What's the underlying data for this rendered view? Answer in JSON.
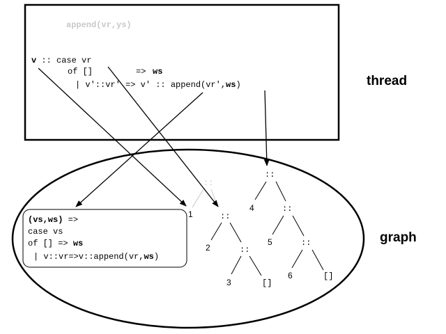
{
  "colors": {
    "ink": "#000000",
    "ghost": "#c8c8c8",
    "background": "#ffffff"
  },
  "thread_box": {
    "ghost_call": "append(vr,ys)",
    "line1_v": "v",
    "line1_rest": " :: case vr",
    "line2_of": "of []",
    "line2_arrow": "=>",
    "line2_ws": "ws",
    "line3_prefix": "| v'::vr' => v' :: append(vr',",
    "line3_ws": "ws",
    "line3_close": ")"
  },
  "labels": {
    "thread": "thread",
    "graph": "graph"
  },
  "closure_box": {
    "line1_args": "(vs,ws)",
    "line1_arrow": " =>",
    "line2": "case vs",
    "line3_of": "of [] =>",
    "line3_ws": "ws",
    "line4_prefix": "| v::vr=>v::append(vr,",
    "line4_ws": "ws",
    "line4_close": ")"
  },
  "tree": {
    "cons": "::",
    "nil": "[]",
    "ghost_cons": "::",
    "leaves": [
      "1",
      "2",
      "3",
      "4",
      "5",
      "6"
    ]
  }
}
